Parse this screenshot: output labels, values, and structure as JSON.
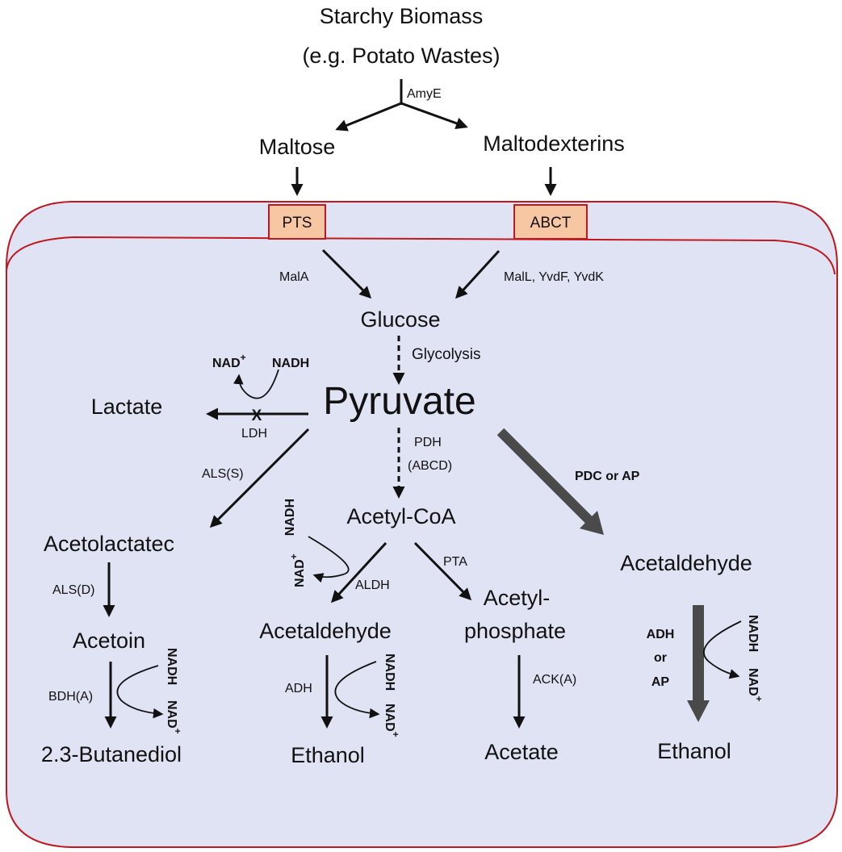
{
  "source": {
    "line1": "Starchy Biomass",
    "line2": "(e.g. Potato Wastes)"
  },
  "enzymes": {
    "amye": "AmyE",
    "mala": "MalA",
    "mall": "MalL, YvdF, YvdK",
    "glycolysis": "Glycolysis",
    "ldh": "LDH",
    "pdh1": "PDH",
    "pdh2": "(ABCD)",
    "pdc": "PDC or AP",
    "als_s": "ALS(S)",
    "als_d": "ALS(D)",
    "bdh": "BDH(A)",
    "aldh": "ALDH",
    "pta": "PTA",
    "adh": "ADH",
    "ack": "ACK(A)",
    "adh_or_ap_1": "ADH",
    "adh_or_ap_2": "or",
    "adh_or_ap_3": "AP"
  },
  "transporters": {
    "pts": "PTS",
    "abct": "ABCT"
  },
  "metabolites": {
    "maltose": "Maltose",
    "maltodexterins": "Maltodexterins",
    "glucose": "Glucose",
    "pyruvate": "Pyruvate",
    "lactate": "Lactate",
    "acetyl_coa": "Acetyl-CoA",
    "acetaldehyde_right": "Acetaldehyde",
    "acetolactate": "Acetolactatec",
    "acetoin": "Acetoin",
    "butanediol": "2.3-Butanediol",
    "acetaldehyde_mid": "Acetaldehyde",
    "acetyl_phosphate_1": "Acetyl-",
    "acetyl_phosphate_2": "phosphate",
    "ethanol_mid": "Ethanol",
    "acetate": "Acetate",
    "ethanol_right": "Ethanol"
  },
  "cofactors": {
    "nad": "NAD",
    "plus": "+",
    "nadh": "NADH"
  },
  "inhibition_mark": "X",
  "colors": {
    "cell_fill": "#dfe3f3",
    "cell_border": "#c0181e",
    "transporter_fill": "#f7c6a3",
    "thick_arrow": "#4a4a4a"
  }
}
